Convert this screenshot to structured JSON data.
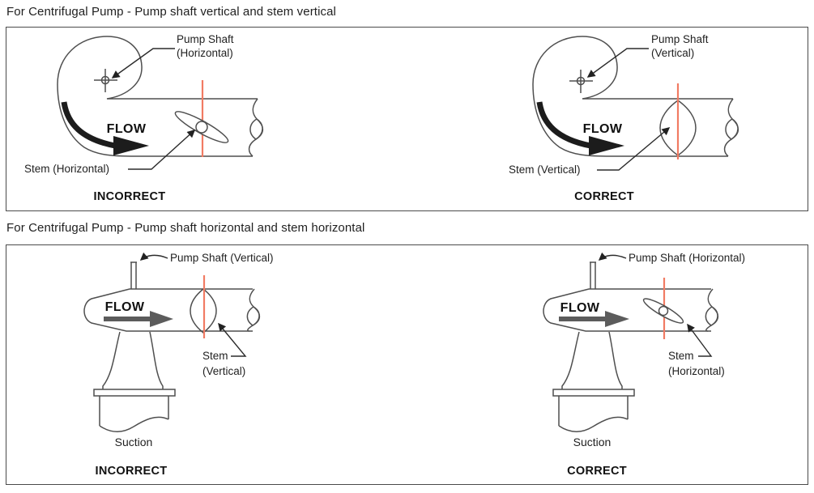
{
  "colors": {
    "equipment_line": "#4f4f4f",
    "leader_line": "#2b2b2b",
    "text": "#1f1f1f",
    "valve_centerline_red": "#f17b63",
    "flow_arrow_black": "#1c1c1c",
    "flow_arrow_gray": "#5c5c5c"
  },
  "sections": [
    {
      "title": "For Centrifugal Pump - Pump shaft vertical and stem vertical",
      "left": {
        "pump_shaft_line1": "Pump Shaft",
        "pump_shaft_line2": "(Horizontal)",
        "stem": "Stem (Horizontal)",
        "flow": "FLOW",
        "verdict": "INCORRECT"
      },
      "right": {
        "pump_shaft_line1": "Pump Shaft",
        "pump_shaft_line2": "(Vertical)",
        "stem": "Stem (Vertical)",
        "flow": "FLOW",
        "verdict": "CORRECT"
      }
    },
    {
      "title": "For Centrifugal Pump - Pump shaft horizontal and stem horizontal",
      "left": {
        "pump_shaft": "Pump Shaft (Vertical)",
        "stem_line1": "Stem",
        "stem_line2": "(Vertical)",
        "flow": "FLOW",
        "suction": "Suction",
        "verdict": "INCORRECT"
      },
      "right": {
        "pump_shaft": "Pump Shaft (Horizontal)",
        "stem_line1": "Stem",
        "stem_line2": "(Horizontal)",
        "flow": "FLOW",
        "suction": "Suction",
        "verdict": "CORRECT"
      }
    }
  ]
}
